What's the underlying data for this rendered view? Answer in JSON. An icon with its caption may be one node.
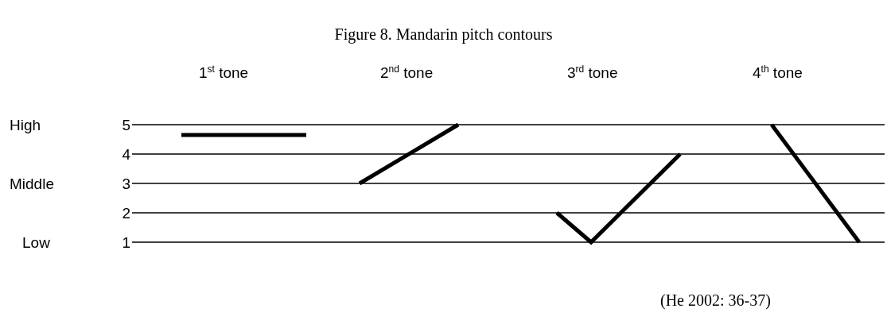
{
  "diagram": {
    "title": "Figure 8. Mandarin pitch contours",
    "caption": "(He 2002: 36-37)",
    "labels": [
      "1$^{st}$ tone",
      "2$^{nd}$ tone",
      "3$^{rd}$ tone",
      "4$^{th}$ tone",
      "High",
      "5",
      "4",
      "Middle",
      "3",
      "2",
      "Low",
      "1"
    ]
  }
}
